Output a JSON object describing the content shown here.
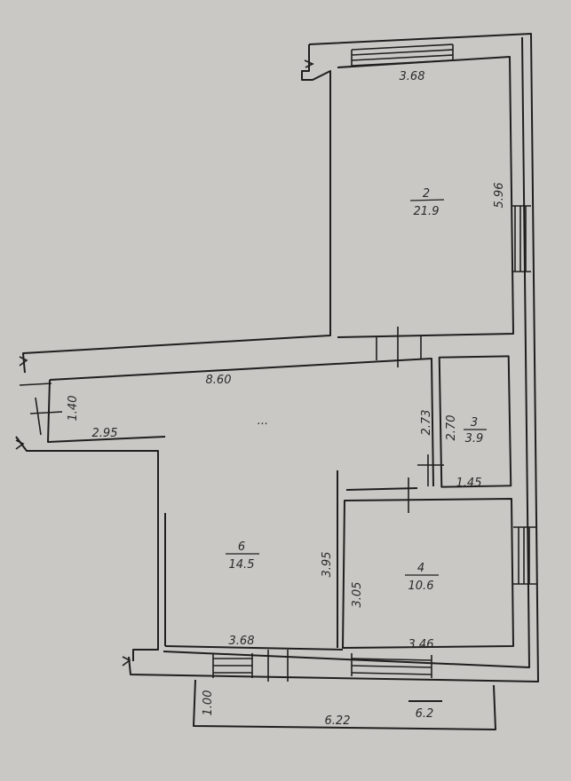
{
  "colors": {
    "paper": "#c9c8c4",
    "ink": "#1f1f1f"
  },
  "rooms": [
    {
      "id": "room-2",
      "number": "2",
      "area": "21.9"
    },
    {
      "id": "room-3",
      "number": "3",
      "area": "3.9"
    },
    {
      "id": "room-4",
      "number": "4",
      "area": "10.6"
    },
    {
      "id": "room-6",
      "number": "6",
      "area": "14.5"
    }
  ],
  "dimensions": {
    "room2_width": "3.68",
    "room2_length": "5.96",
    "hall_length": "8.60",
    "entry_depth": "1.40",
    "entry_width": "2.95",
    "corridor_depth": "2.73",
    "room3_depth": "2.70",
    "room3_width": "1.45",
    "room6_depth": "3.95",
    "room6_width": "3.68",
    "room4_depth": "3.05",
    "room4_width": "3.46",
    "balcony_depth": "1.00",
    "balcony_width": "6.22"
  },
  "balcony": {
    "area": "6.2"
  },
  "center_mark": "..."
}
